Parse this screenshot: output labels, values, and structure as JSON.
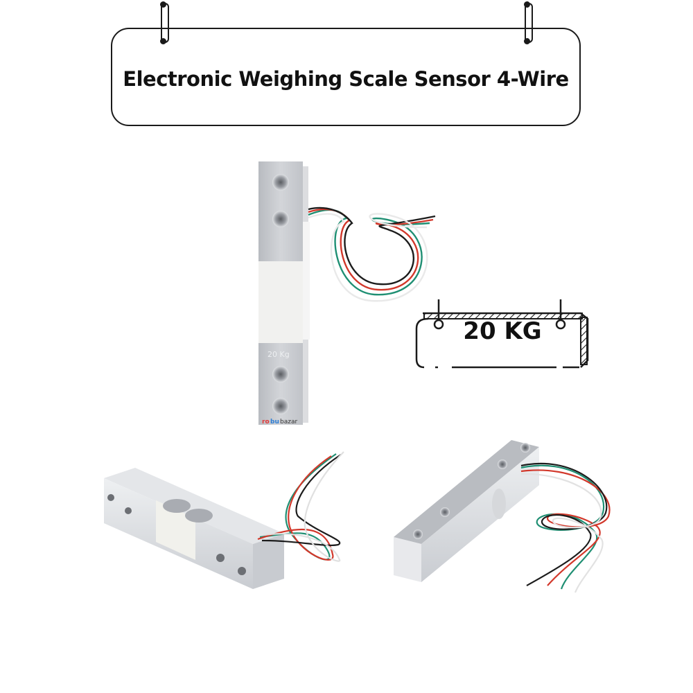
{
  "title_sign": {
    "text": "Electronic Weighing Scale Sensor 4-Wire"
  },
  "capacity_sign": {
    "text": "20 KG"
  },
  "product_photos": [
    {
      "view": "top-vertical",
      "engraving": "20 Kg",
      "watermark": "robu bazar"
    },
    {
      "view": "side-left-angle"
    },
    {
      "view": "side-right-angle"
    }
  ],
  "wire_colors": {
    "red": "#d2382b",
    "green": "#1f8f73",
    "black": "#1c1c1c",
    "white": "#f4f4f4"
  },
  "colors": {
    "outline": "#1a1a1a",
    "aluminum": "#c9cbcf",
    "aluminum_light": "#e6e7ea",
    "strain_gauge": "#f3f3f1"
  }
}
